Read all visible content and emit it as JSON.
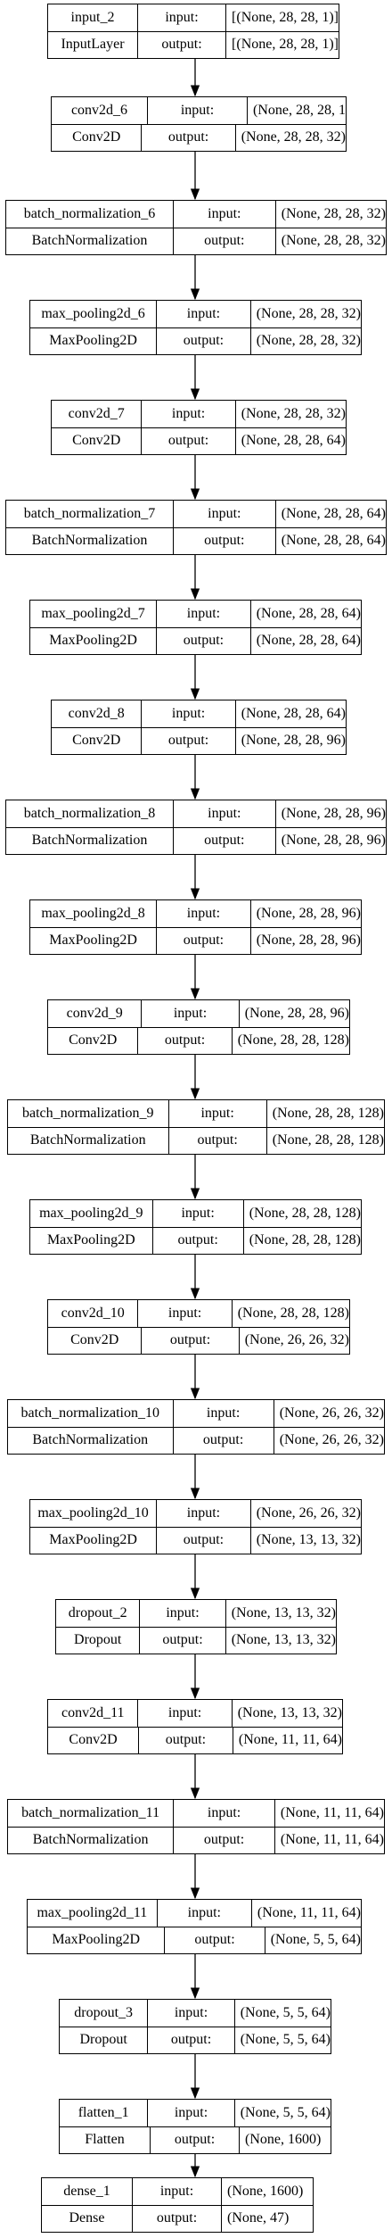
{
  "layers": [
    {
      "name": "input_2",
      "type": "InputLayer",
      "input": "[(None, 28, 28, 1)]",
      "output": "[(None, 28, 28, 1)]"
    },
    {
      "name": "conv2d_6",
      "type": "Conv2D",
      "input": "(None, 28, 28, 1",
      "output": "(None, 28, 28, 32)"
    },
    {
      "name": "batch_normalization_6",
      "type": "BatchNormalization",
      "input": "(None, 28, 28, 32)",
      "output": "(None, 28, 28, 32)"
    },
    {
      "name": "max_pooling2d_6",
      "type": "MaxPooling2D",
      "input": "(None, 28, 28, 32)",
      "output": "(None, 28, 28, 32)"
    },
    {
      "name": "conv2d_7",
      "type": "Conv2D",
      "input": "(None, 28, 28, 32)",
      "output": "(None, 28, 28, 64)"
    },
    {
      "name": "batch_normalization_7",
      "type": "BatchNormalization",
      "input": "(None, 28, 28, 64)",
      "output": "(None, 28, 28, 64)"
    },
    {
      "name": "max_pooling2d_7",
      "type": "MaxPooling2D",
      "input": "(None, 28, 28, 64)",
      "output": "(None, 28, 28, 64)"
    },
    {
      "name": "conv2d_8",
      "type": "Conv2D",
      "input": "(None, 28, 28, 64)",
      "output": "(None, 28, 28, 96)"
    },
    {
      "name": "batch_normalization_8",
      "type": "BatchNormalization",
      "input": "(None, 28, 28, 96)",
      "output": "(None, 28, 28, 96)"
    },
    {
      "name": "max_pooling2d_8",
      "type": "MaxPooling2D",
      "input": "(None, 28, 28, 96)",
      "output": "(None, 28, 28, 96)"
    },
    {
      "name": "conv2d_9",
      "type": "Conv2D",
      "input": "(None, 28, 28, 96)",
      "output": "(None, 28, 28, 128)"
    },
    {
      "name": "batch_normalization_9",
      "type": "BatchNormalization",
      "input": "(None, 28, 28, 128)",
      "output": "(None, 28, 28, 128)"
    },
    {
      "name": "max_pooling2d_9",
      "type": "MaxPooling2D",
      "input": "(None, 28, 28, 128)",
      "output": "(None, 28, 28, 128)"
    },
    {
      "name": "conv2d_10",
      "type": "Conv2D",
      "input": "(None, 28, 28, 128)",
      "output": "(None, 26, 26, 32)"
    },
    {
      "name": "batch_normalization_10",
      "type": "BatchNormalization",
      "input": "(None, 26, 26, 32)",
      "output": "(None, 26, 26, 32)"
    },
    {
      "name": "max_pooling2d_10",
      "type": "MaxPooling2D",
      "input": "(None, 26, 26, 32)",
      "output": "(None, 13, 13, 32)"
    },
    {
      "name": "dropout_2",
      "type": "Dropout",
      "input": "(None, 13, 13, 32)",
      "output": "(None, 13, 13, 32)"
    },
    {
      "name": "conv2d_11",
      "type": "Conv2D",
      "input": "(None, 13, 13, 32)",
      "output": "(None, 11, 11, 64)"
    },
    {
      "name": "batch_normalization_11",
      "type": "BatchNormalization",
      "input": "(None, 11, 11, 64)",
      "output": "(None, 11, 11, 64)"
    },
    {
      "name": "max_pooling2d_11",
      "type": "MaxPooling2D",
      "input": "(None, 11, 11, 64)",
      "output": "(None, 5, 5, 64)"
    },
    {
      "name": "dropout_3",
      "type": "Dropout",
      "input": "(None, 5, 5, 64)",
      "output": "(None, 5, 5, 64)"
    },
    {
      "name": "flatten_1",
      "type": "Flatten",
      "input": "(None, 5, 5, 64)",
      "output": "(None, 1600)"
    },
    {
      "name": "dense_1",
      "type": "Dense",
      "input": "(None, 1600)",
      "output": "(None, 47)"
    }
  ],
  "port_labels": {
    "input": "input:",
    "output": "output:"
  }
}
